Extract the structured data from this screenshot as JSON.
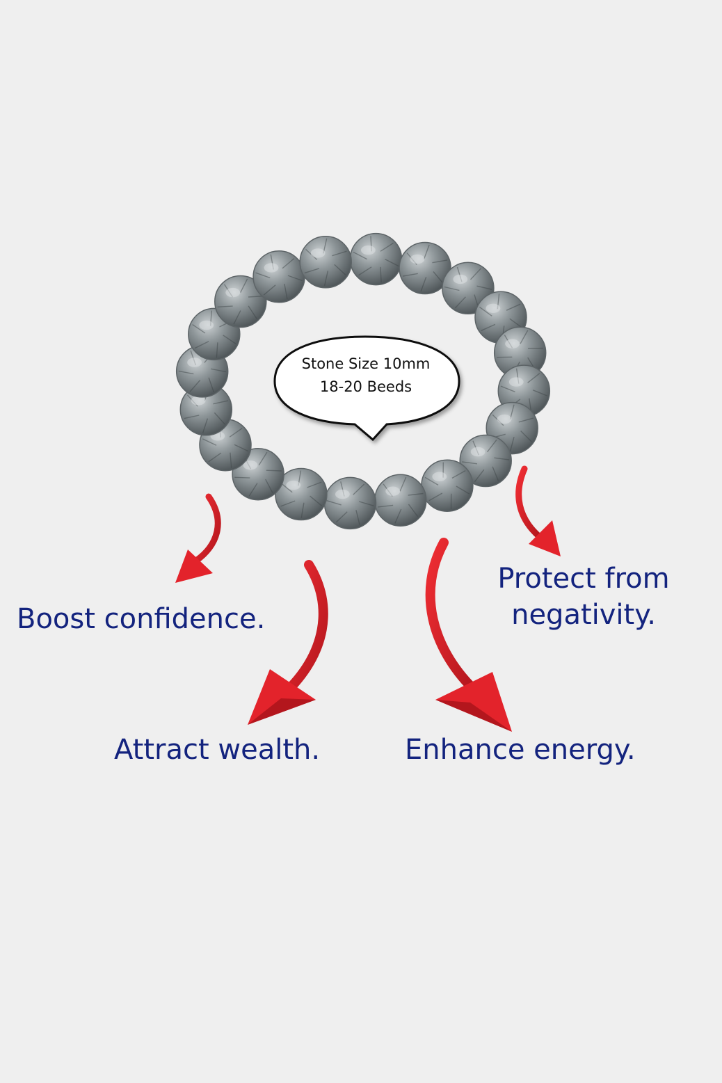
{
  "product": {
    "name": "grey faceted bead bracelet",
    "bead_count_drawn": 20,
    "callout": {
      "line1": "Stone Size 10mm",
      "line2": "18-20 Beeds"
    }
  },
  "benefits": [
    {
      "line1": "Boost confidence.",
      "line2": ""
    },
    {
      "line1": "Attract wealth.",
      "line2": ""
    },
    {
      "line1": "Enhance energy.",
      "line2": ""
    },
    {
      "line1": "Protect from",
      "line2": "negativity."
    }
  ],
  "colors": {
    "background": "#efefef",
    "text": "#13237e",
    "arrow": "#e3232b",
    "arrow_dark": "#b0161c",
    "bead": "#8e9699",
    "bead_dark": "#5d6467",
    "bead_light": "#c4cacc"
  }
}
